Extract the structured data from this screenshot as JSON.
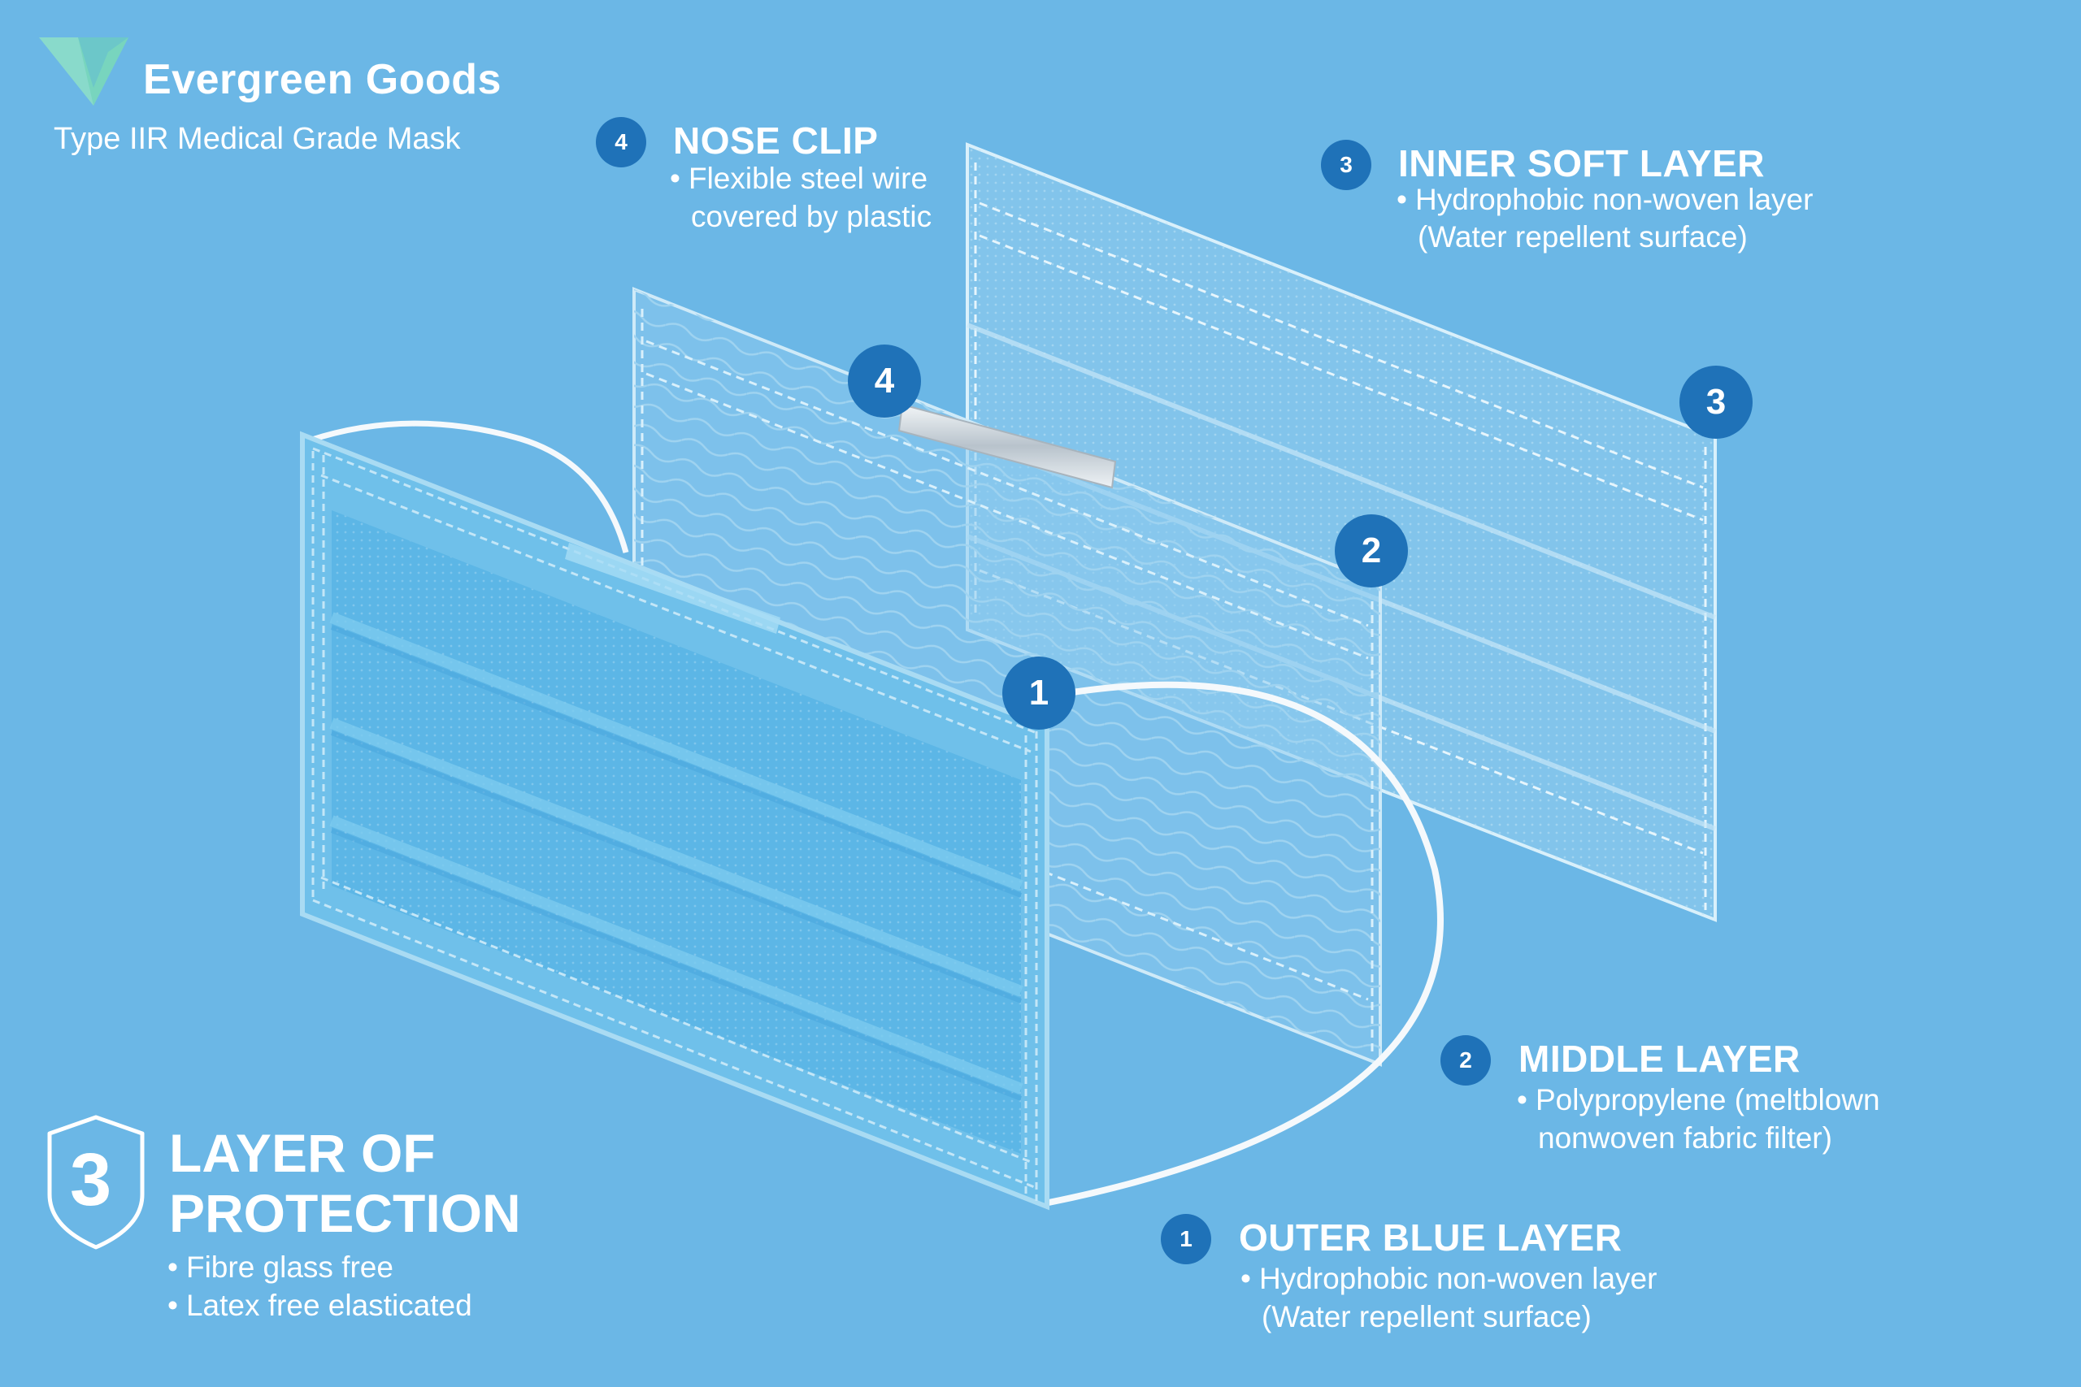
{
  "brand": {
    "name": "Evergreen Goods",
    "subtitle": "Type IIR Medical Grade Mask"
  },
  "callouts": [
    {
      "num": "4",
      "title": "NOSE CLIP",
      "lines": [
        "Flexible steel wire",
        "covered by plastic"
      ]
    },
    {
      "num": "3",
      "title": "INNER SOFT LAYER",
      "lines": [
        "Hydrophobic non-woven layer",
        "(Water repellent surface)"
      ]
    },
    {
      "num": "2",
      "title": "MIDDLE LAYER",
      "lines": [
        "Polypropylene (meltblown",
        "nonwoven fabric filter)"
      ]
    },
    {
      "num": "1",
      "title": "OUTER BLUE LAYER",
      "lines": [
        "Hydrophobic non-woven layer",
        "(Water repellent surface)"
      ]
    }
  ],
  "protection": {
    "count": "3",
    "title_line1": "LAYER OF",
    "title_line2": "PROTECTION",
    "bullets": [
      "Fibre glass free",
      "Latex free elasticated"
    ]
  },
  "markers": [
    "1",
    "2",
    "3",
    "4"
  ],
  "colors": {
    "background": "#6bb7e6",
    "badge": "#1f72b8",
    "outer_layer": "#66bde9",
    "layer_edge": "#a9dbf3",
    "nose_clip": "#d6dde3"
  }
}
